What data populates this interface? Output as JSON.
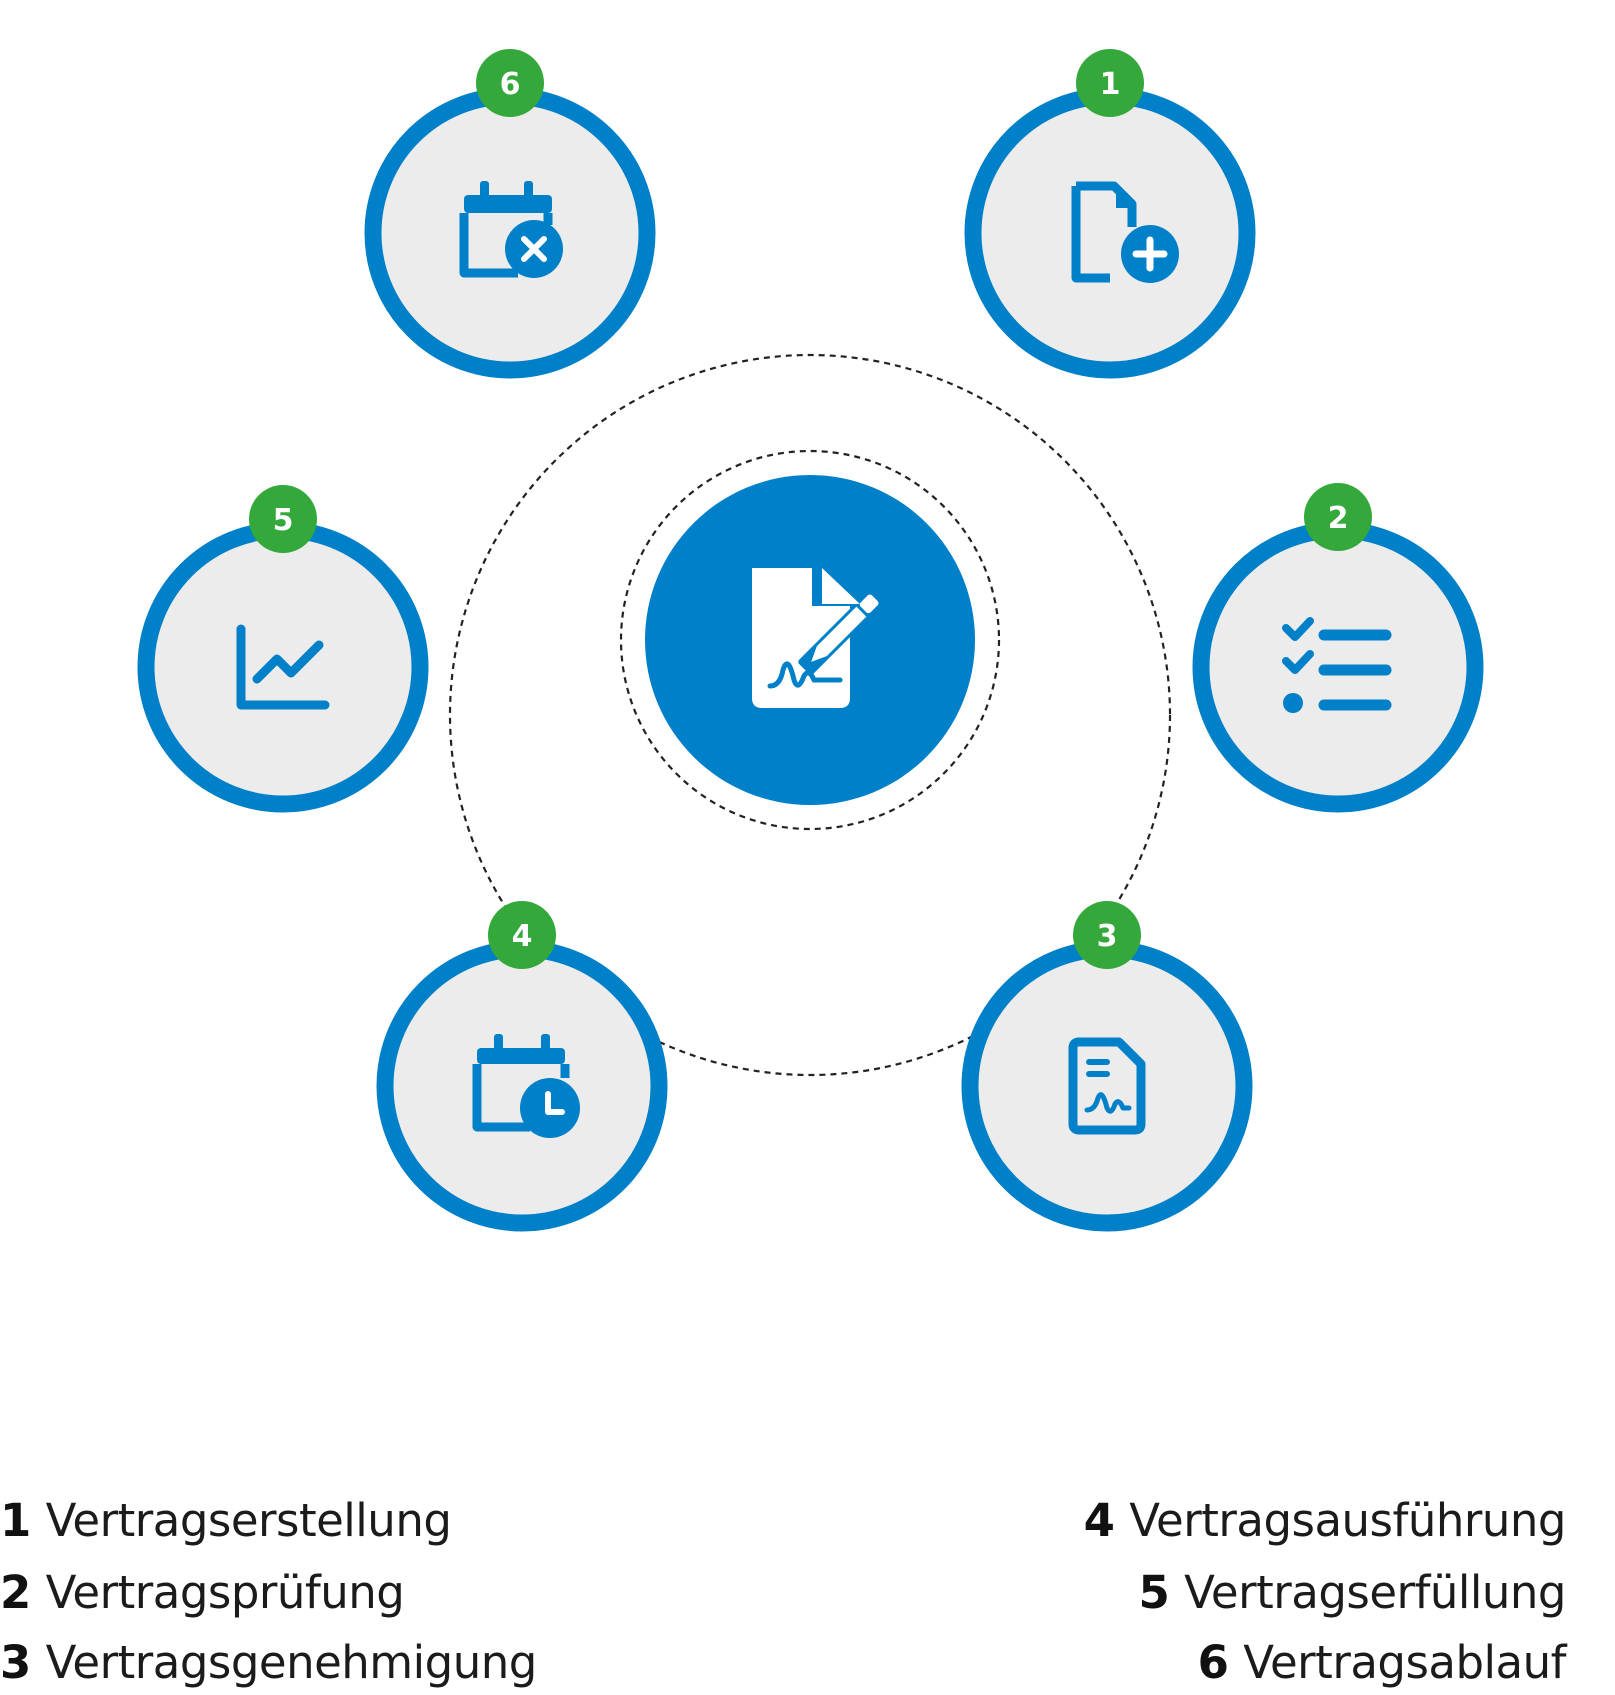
{
  "colors": {
    "blue": "#0080c9",
    "green": "#34a83a",
    "node_fill": "#ececec",
    "white": "#ffffff",
    "line": "#222222"
  },
  "center": {
    "icon": "document-signature-icon"
  },
  "steps": [
    {
      "number": "1",
      "label": "Vertragserstellung",
      "icon": "file-plus-icon"
    },
    {
      "number": "2",
      "label": "Vertragsprüfung",
      "icon": "checklist-icon"
    },
    {
      "number": "3",
      "label": "Vertragsgenehmigung",
      "icon": "signed-document-icon"
    },
    {
      "number": "4",
      "label": "Vertragsausführung",
      "icon": "calendar-clock-icon"
    },
    {
      "number": "5",
      "label": "Vertragserfüllung",
      "icon": "line-chart-icon"
    },
    {
      "number": "6",
      "label": "Vertragsablauf",
      "icon": "calendar-x-icon"
    }
  ]
}
